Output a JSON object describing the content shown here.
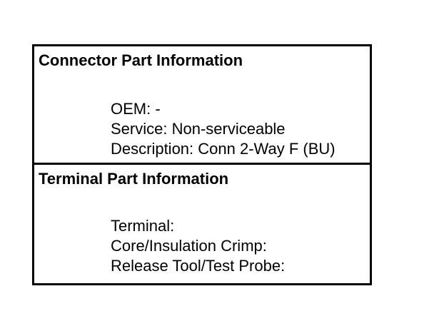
{
  "connector": {
    "title": "Connector Part Information",
    "lines": [
      "OEM: -",
      "Service: Non-serviceable",
      "Description: Conn 2-Way F (BU)"
    ]
  },
  "terminal": {
    "title": "Terminal Part Information",
    "lines": [
      "Terminal:",
      "Core/Insulation Crimp:",
      "Release Tool/Test Probe:"
    ]
  },
  "colors": {
    "border": "#000000",
    "text": "#000000",
    "background": "#ffffff"
  }
}
